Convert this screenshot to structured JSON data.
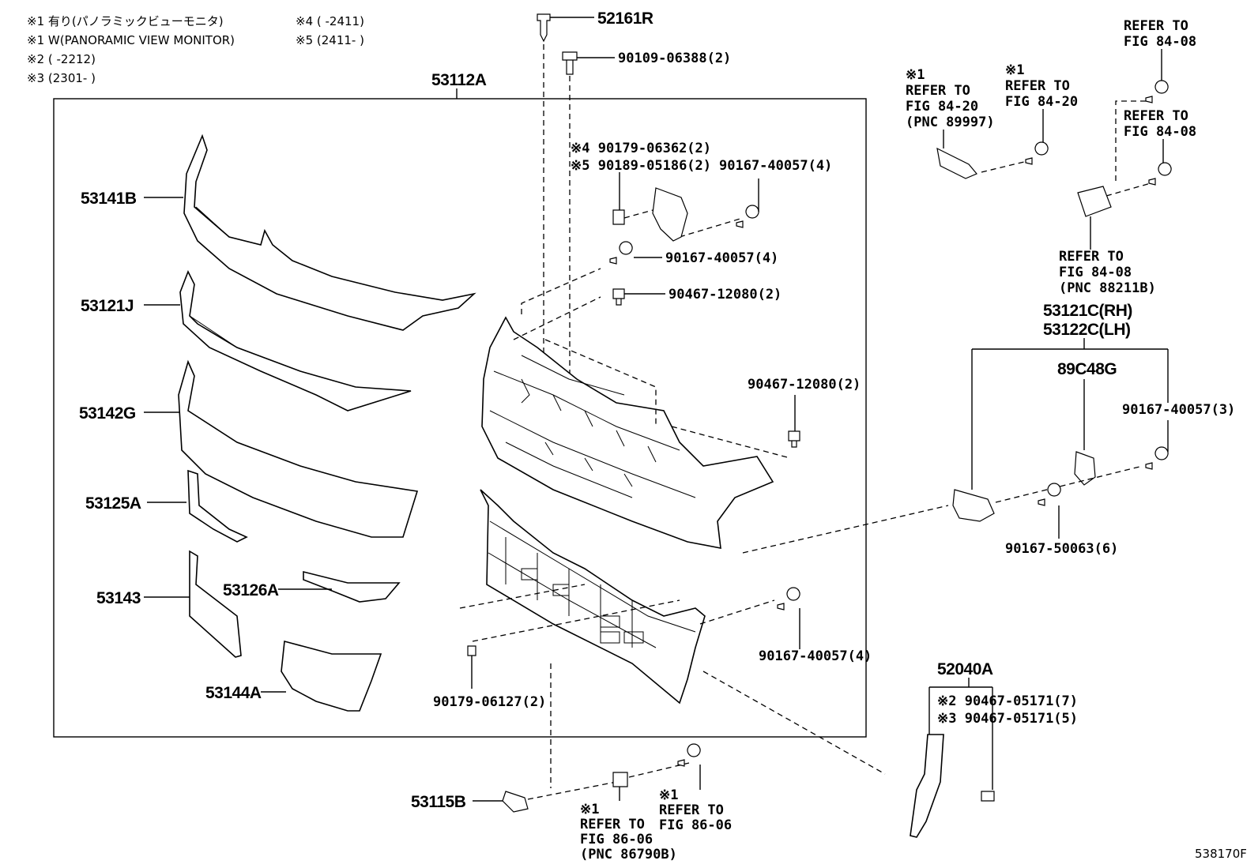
{
  "notes": {
    "n1a": "※1 有り(パノラミックビューモニタ)",
    "n1b": "※1 W(PANORAMIC VIEW MONITOR)",
    "n2": "※2 (        -2212)",
    "n3": "※3 (2301-        )",
    "n4": "※4 (        -2411)",
    "n5": "※5 (2411-        )"
  },
  "labels": {
    "p52161R": "52161R",
    "p90109": "90109-06388(2)",
    "p53112A": "53112A",
    "p53141B": "53141B",
    "p53121J": "53121J",
    "p53142G": "53142G",
    "p53125A": "53125A",
    "p53143": "53143",
    "p53126A": "53126A",
    "p53144A": "53144A",
    "p53115B": "53115B",
    "p90179_06362": "※4 90179-06362(2)",
    "p90189": "※5 90189-05186(2)",
    "p90167_top": "90167-40057(4)",
    "p90167_mid": "90167-40057(4)",
    "p90467_top": "90467-12080(2)",
    "p90467_right": "90467-12080(2)",
    "p90167_low": "90167-40057(4)",
    "p90179_06127": "90179-06127(2)",
    "p53121C": "53121C(RH)",
    "p53122C": "53122C(LH)",
    "p89C48G": "89C48G",
    "p90167_3": "90167-40057(3)",
    "p90167_50063": "90167-50063(6)",
    "p52040A": "52040A",
    "p90467_05171_7": "※2 90467-05171(7)",
    "p90467_05171_5": "※3 90467-05171(5)",
    "code": "538170F"
  },
  "refs": {
    "r1": [
      "※1",
      "REFER TO",
      "FIG 84-20",
      "(PNC 89997)"
    ],
    "r2": [
      "※1",
      "REFER TO",
      "FIG 84-20"
    ],
    "r3": [
      "REFER TO",
      "FIG 84-08"
    ],
    "r4": [
      "REFER TO",
      "FIG 84-08"
    ],
    "r5": [
      "REFER TO",
      "FIG 84-08",
      "(PNC 88211B)"
    ],
    "r6": [
      "※1",
      "REFER TO",
      "FIG 86-06",
      "(PNC 86790B)"
    ],
    "r7": [
      "※1",
      "REFER TO",
      "FIG 86-06"
    ]
  }
}
